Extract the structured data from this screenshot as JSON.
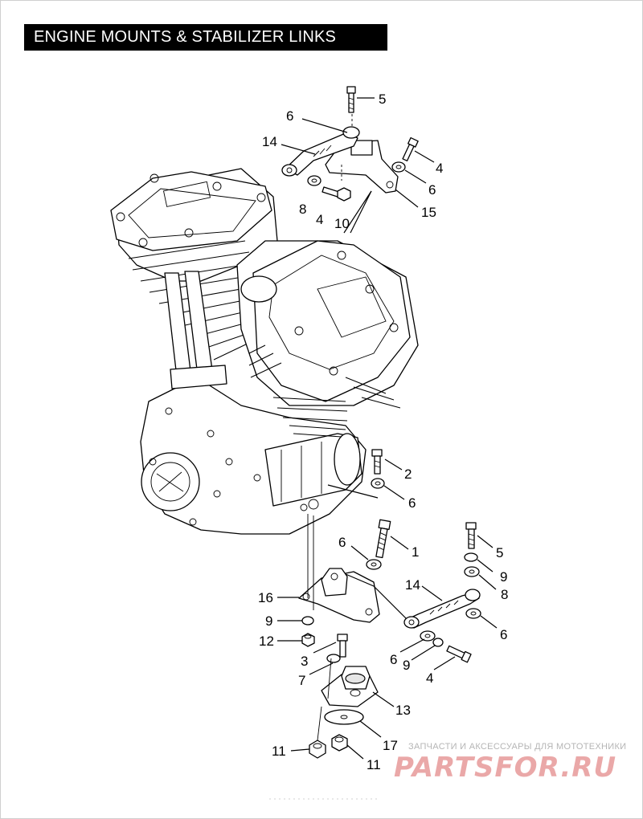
{
  "title": "ENGINE MOUNTS & STABILIZER LINKS",
  "callouts": [
    "5",
    "6",
    "14",
    "4",
    "6",
    "15",
    "8",
    "4",
    "10",
    "2",
    "6",
    "1",
    "6",
    "5",
    "9",
    "14",
    "8",
    "16",
    "9",
    "6",
    "12",
    "3",
    "6",
    "9",
    "4",
    "7",
    "13",
    "11",
    "17",
    "11"
  ],
  "watermark": {
    "tagline": "ЗАПЧАСТИ И АКСЕССУАРЫ ДЛЯ МОТОТЕХНИКИ",
    "logo": "PARTSFOR.RU"
  }
}
